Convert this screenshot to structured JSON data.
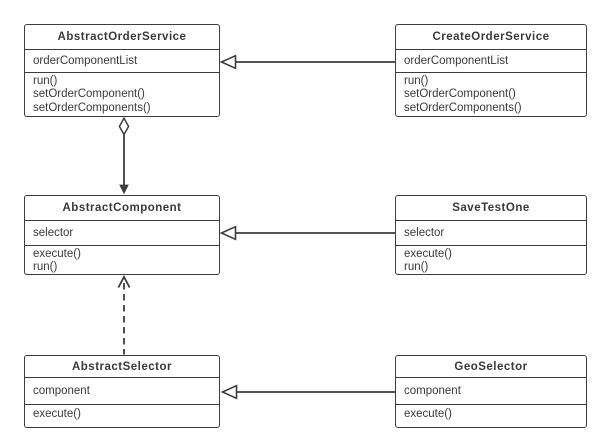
{
  "diagram": {
    "kind": "uml-class-diagram",
    "classes": [
      {
        "name": "AbstractOrderService",
        "attributes": [
          "orderComponentList"
        ],
        "methods": [
          "run()",
          "setOrderComponent()",
          "setOrderComponents()"
        ]
      },
      {
        "name": "CreateOrderService",
        "attributes": [
          "orderComponentList"
        ],
        "methods": [
          "run()",
          "setOrderComponent()",
          "setOrderComponents()"
        ]
      },
      {
        "name": "AbstractComponent",
        "attributes": [
          "selector"
        ],
        "methods": [
          "execute()",
          "run()"
        ]
      },
      {
        "name": "SaveTestOne",
        "attributes": [
          "selector"
        ],
        "methods": [
          "execute()",
          "run()"
        ]
      },
      {
        "name": "AbstractSelector",
        "attributes": [
          "component"
        ],
        "methods": [
          "execute()"
        ]
      },
      {
        "name": "GeoSelector",
        "attributes": [
          "component"
        ],
        "methods": [
          "execute()"
        ]
      }
    ],
    "relationships": [
      {
        "from": "CreateOrderService",
        "to": "AbstractOrderService",
        "type": "generalization"
      },
      {
        "from": "AbstractOrderService",
        "to": "AbstractComponent",
        "type": "directed-aggregation"
      },
      {
        "from": "SaveTestOne",
        "to": "AbstractComponent",
        "type": "generalization"
      },
      {
        "from": "AbstractSelector",
        "to": "AbstractComponent",
        "type": "dependency"
      },
      {
        "from": "GeoSelector",
        "to": "AbstractSelector",
        "type": "generalization"
      }
    ],
    "colors": {
      "stroke": "#3d3d3d",
      "box_fill": "#ffffff",
      "text": "#3a3a3a",
      "background": "#ffffff"
    }
  }
}
